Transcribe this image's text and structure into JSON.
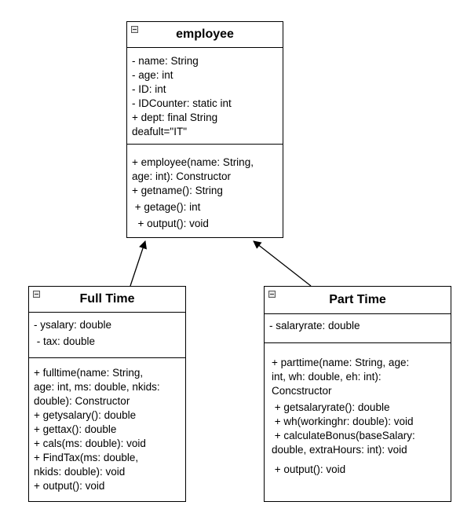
{
  "classes": {
    "employee": {
      "name": "employee",
      "attributes": [
        "- name: String",
        "- age: int",
        "- ID: int",
        "- IDCounter: static int",
        "+ dept: final String",
        "deafult=\"IT\""
      ],
      "methods": [
        "+ employee(name: String,",
        "age: int): Constructor",
        "+ getname(): String",
        " + getage(): int",
        "  + output(): void"
      ]
    },
    "fulltime": {
      "name": "Full Time",
      "attributes": [
        "- ysalary: double",
        " - tax: double"
      ],
      "methods": [
        "+ fulltime(name: String,",
        "age: int, ms: double, nkids:",
        "double): Constructor",
        "+ getysalary(): double",
        "+ gettax(): double",
        "+ cals(ms: double): void",
        "+ FindTax(ms: double,",
        "nkids: double): void",
        "+ output(): void"
      ]
    },
    "parttime": {
      "name": "Part Time",
      "attributes": [
        "- salaryrate: double"
      ],
      "methods": [
        "+ parttime(name: String, age:",
        "int, wh: double, eh: int):",
        "Concstructor",
        " + getsalaryrate(): double",
        " + wh(workinghr: double): void",
        " + calculateBonus(baseSalary:",
        "double, extraHours: int): void",
        " + output(): void"
      ]
    }
  }
}
